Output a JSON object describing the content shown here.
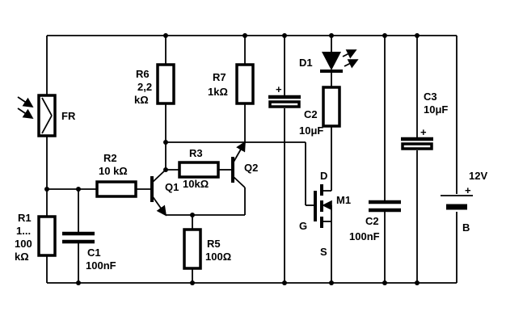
{
  "components": {
    "fr": "FR",
    "r1": {
      "name": "R1",
      "value_l1": "1...",
      "value_l2": "100",
      "value_l3": "kΩ"
    },
    "c1": {
      "name": "C1",
      "value": "100nF"
    },
    "r2": {
      "name": "R2",
      "value": "10 kΩ"
    },
    "r6": {
      "name": "R6",
      "value_l1": "2,2",
      "value_l2": "kΩ"
    },
    "r3": {
      "name": "R3",
      "value": "10kΩ"
    },
    "q1": "Q1",
    "q2": "Q2",
    "r5": {
      "name": "R5",
      "value": "100Ω"
    },
    "r7": {
      "name": "R7",
      "value": "1kΩ"
    },
    "c2a": {
      "name": "C2",
      "value": "10μF"
    },
    "d1": "D1",
    "m1": {
      "name": "M1",
      "d": "D",
      "g": "G",
      "s": "S"
    },
    "c2b": {
      "name": "C2",
      "value": "100nF"
    },
    "c3": {
      "name": "C3",
      "value": "10μF"
    },
    "battery": {
      "name": "B",
      "voltage": "12V"
    },
    "plus": "+"
  }
}
